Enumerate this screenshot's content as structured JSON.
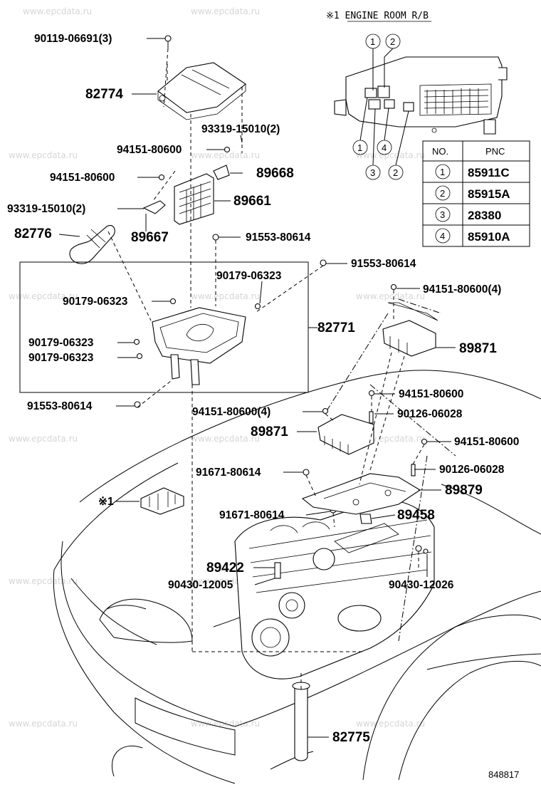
{
  "watermark": "www.epcdata.ru",
  "diagram_id": "848817",
  "inset": {
    "title": "※1 ENGINE ROOM R/B",
    "table_headers": [
      "NO.",
      "PNC"
    ],
    "rows": [
      {
        "no": "1",
        "pnc": "85911C"
      },
      {
        "no": "2",
        "pnc": "85915A"
      },
      {
        "no": "3",
        "pnc": "28380"
      },
      {
        "no": "4",
        "pnc": "85910A"
      }
    ],
    "callouts_top": [
      "1",
      "2"
    ],
    "callouts_bottom": [
      "1",
      "4",
      "3",
      "2"
    ]
  },
  "ref_mark": "※1",
  "labels": [
    {
      "id": "l1",
      "text": "90119-06691(3)"
    },
    {
      "id": "l2",
      "text": "82774"
    },
    {
      "id": "l3",
      "text": "93319-15010(2)"
    },
    {
      "id": "l4",
      "text": "94151-80600"
    },
    {
      "id": "l5",
      "text": "89668"
    },
    {
      "id": "l6",
      "text": "94151-80600"
    },
    {
      "id": "l7",
      "text": "89661"
    },
    {
      "id": "l8",
      "text": "93319-15010(2)"
    },
    {
      "id": "l9",
      "text": "82776"
    },
    {
      "id": "l10",
      "text": "89667"
    },
    {
      "id": "l11",
      "text": "91553-80614"
    },
    {
      "id": "l12",
      "text": "91553-80614"
    },
    {
      "id": "l13",
      "text": "90179-06323"
    },
    {
      "id": "l14",
      "text": "94151-80600(4)"
    },
    {
      "id": "l15",
      "text": "90179-06323"
    },
    {
      "id": "l16",
      "text": "82771"
    },
    {
      "id": "l17",
      "text": "90179-06323"
    },
    {
      "id": "l18",
      "text": "89871"
    },
    {
      "id": "l19",
      "text": "90179-06323"
    },
    {
      "id": "l20",
      "text": "94151-80600"
    },
    {
      "id": "l21",
      "text": "91553-80614"
    },
    {
      "id": "l22",
      "text": "94151-80600(4)"
    },
    {
      "id": "l23",
      "text": "90126-06028"
    },
    {
      "id": "l24",
      "text": "89871"
    },
    {
      "id": "l25",
      "text": "94151-80600"
    },
    {
      "id": "l26",
      "text": "91671-80614"
    },
    {
      "id": "l27",
      "text": "90126-06028"
    },
    {
      "id": "l28",
      "text": "89879"
    },
    {
      "id": "l29",
      "text": "91671-80614"
    },
    {
      "id": "l30",
      "text": "89458"
    },
    {
      "id": "l31",
      "text": "89422"
    },
    {
      "id": "l32",
      "text": "90430-12005"
    },
    {
      "id": "l33",
      "text": "90430-12026"
    },
    {
      "id": "l34",
      "text": "82775"
    }
  ]
}
